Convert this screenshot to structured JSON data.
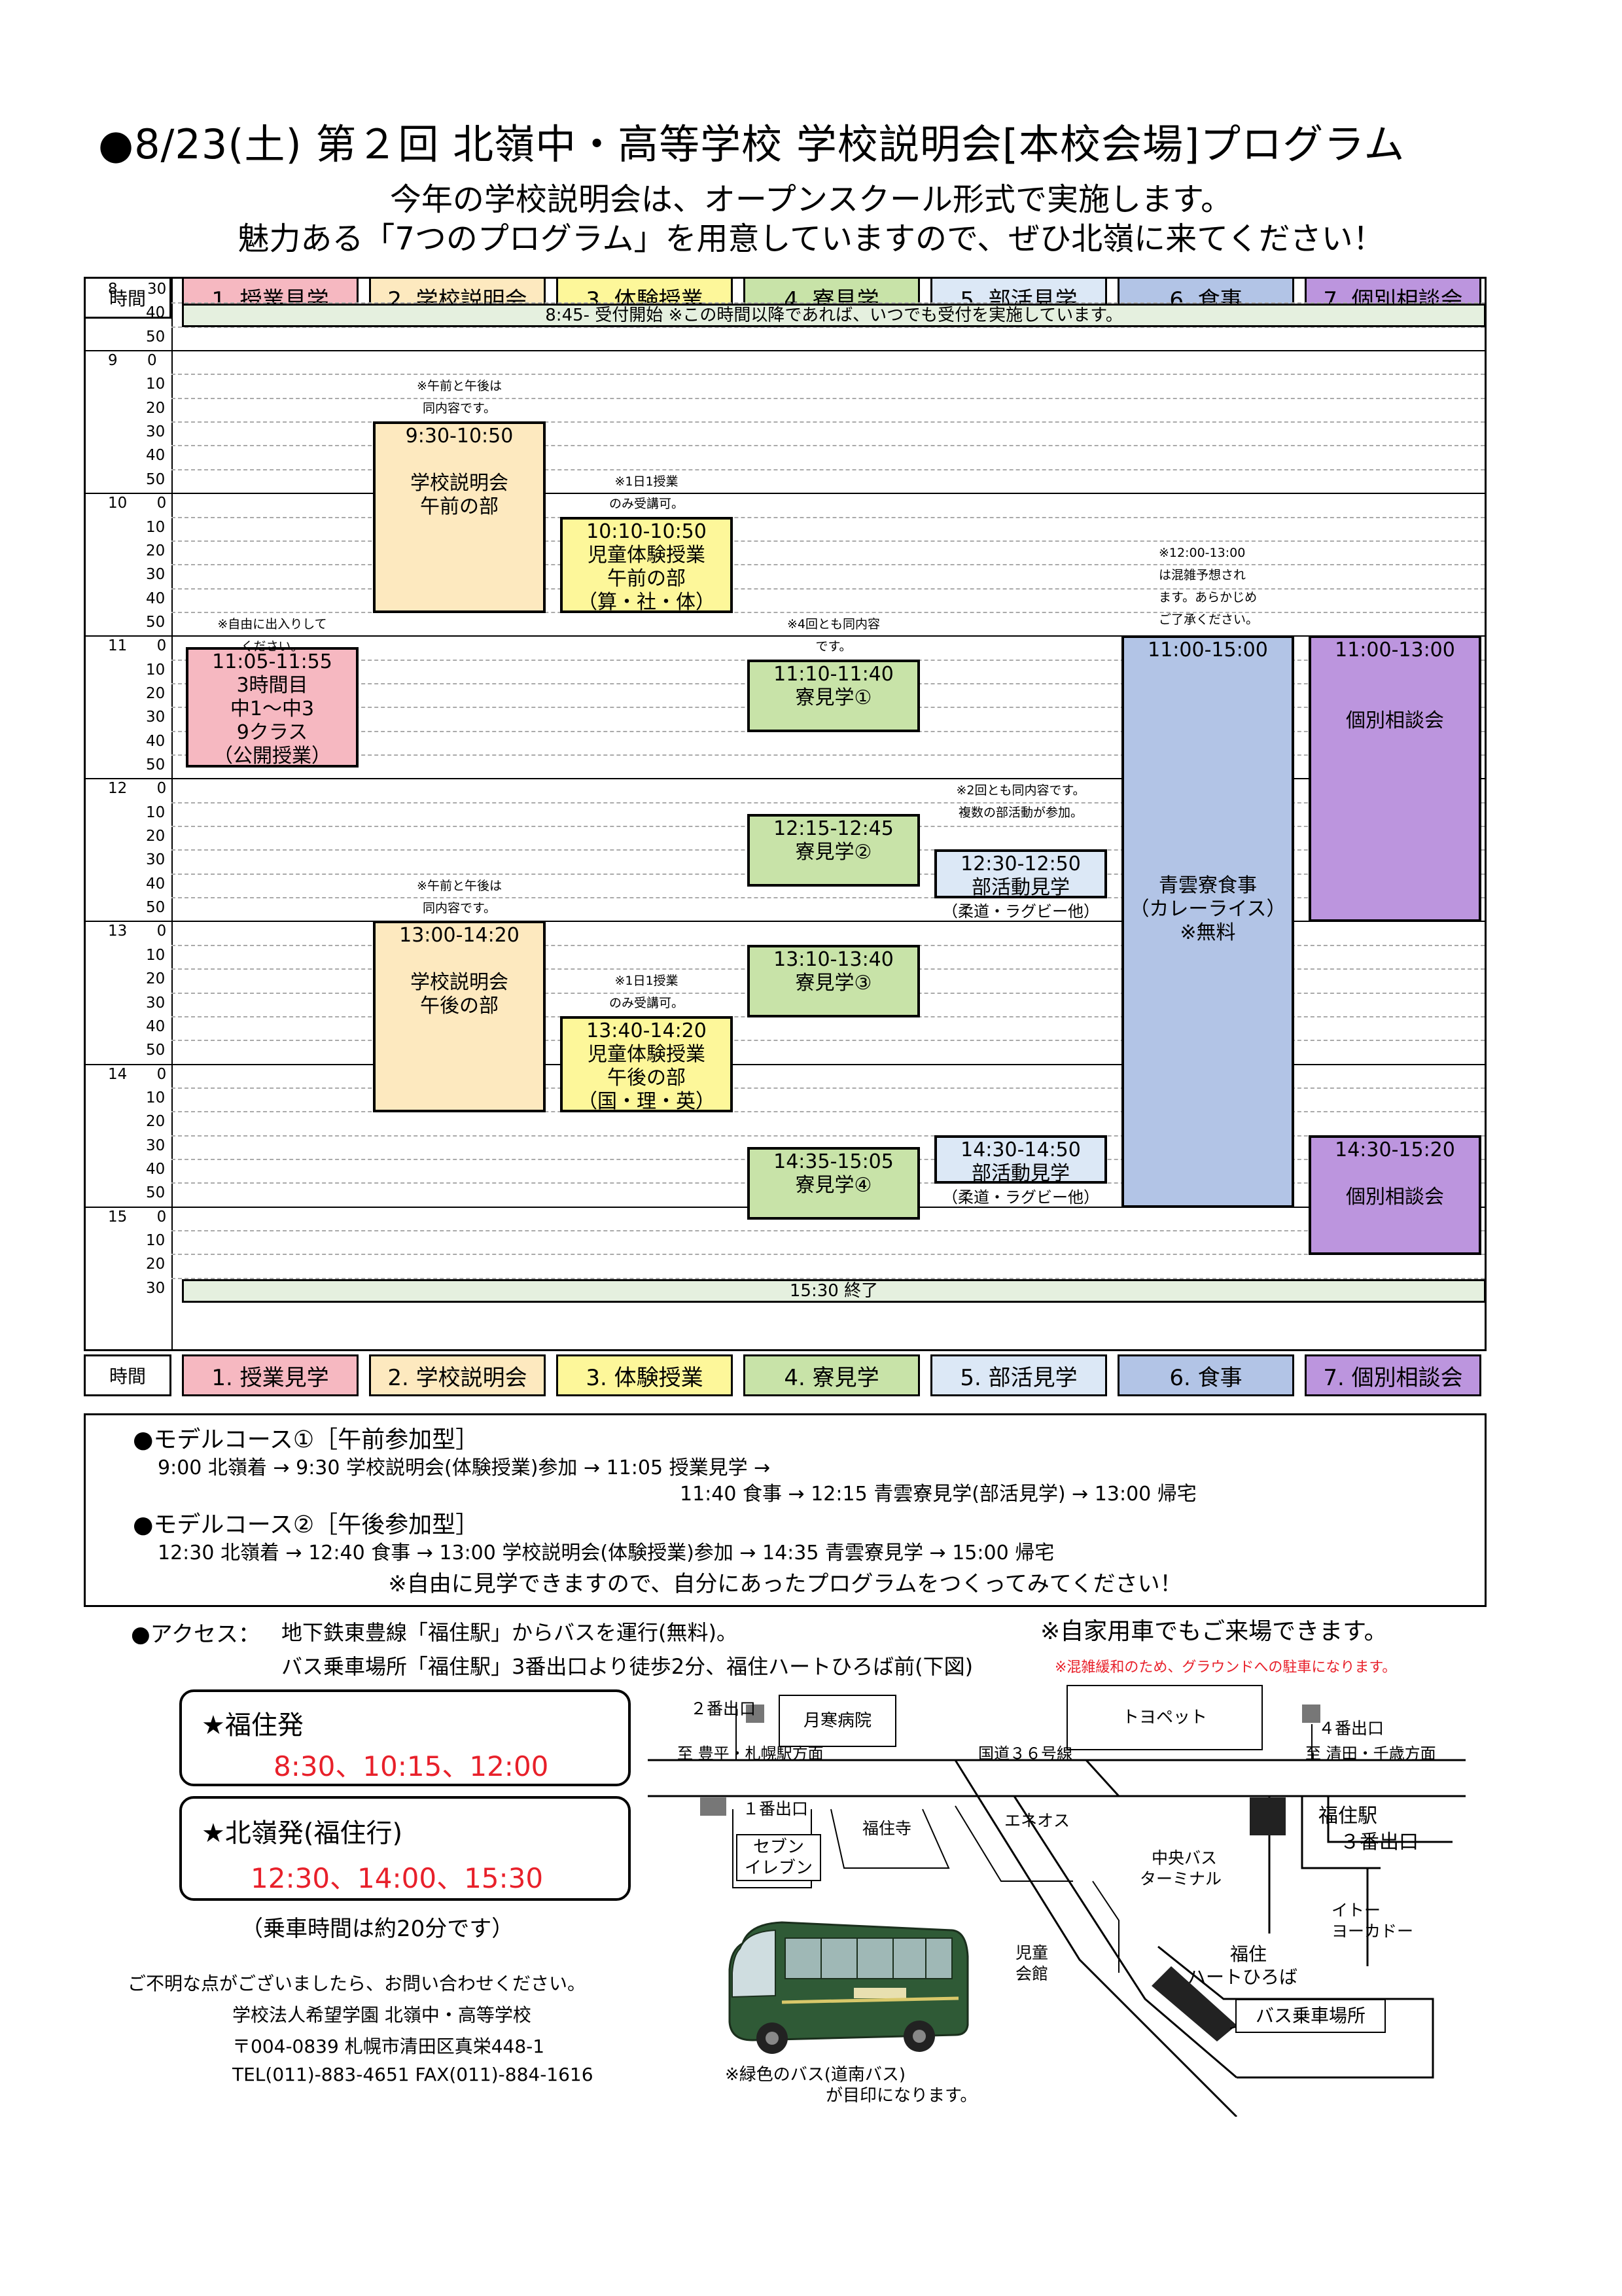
{
  "title": "●8/23(土) 第２回 北嶺中・高等学校 学校説明会[本校会場]プログラム",
  "subtitle_1": "今年の学校説明会は、オープンスクール形式で実施します。",
  "subtitle_2": "魅力ある「7つのプログラム」を用意していますので、ぜひ北嶺に来てください！",
  "header": {
    "time": "時間",
    "programs": [
      "1. 授業見学",
      "2. 学校説明会",
      "3. 体験授業",
      "4. 寮見学",
      "5. 部活見学",
      "6. 食事",
      "7. 個別相談会"
    ]
  },
  "colors": {
    "p1": "#f6b8c1",
    "p2": "#fde9bf",
    "p3": "#fdf79a",
    "p4": "#c8e3a8",
    "p5": "#dce8f6",
    "p6": "#b2c4e6",
    "p7": "#bc95de",
    "band": "#e5f0df"
  },
  "time_rows": [
    "8 30",
    "40",
    "50",
    "9 0",
    "10",
    "20",
    "30",
    "40",
    "50",
    "10 0",
    "10",
    "20",
    "30",
    "40",
    "50",
    "11 0",
    "10",
    "20",
    "30",
    "40",
    "50",
    "12 0",
    "10",
    "20",
    "30",
    "40",
    "50",
    "13 0",
    "10",
    "20",
    "30",
    "40",
    "50",
    "14 0",
    "10",
    "20",
    "30",
    "40",
    "50",
    "15 0",
    "10",
    "20",
    "30"
  ],
  "reception": "8:45- 受付開始 ※この時間以降であれば、いつでも受付を実施しています。",
  "end_band": "15:30 終了",
  "events": {
    "briefing_am": [
      "9:30-10:50",
      "",
      "学校説明会",
      "午前の部"
    ],
    "briefing_pm": [
      "13:00-14:20",
      "",
      "学校説明会",
      "午後の部"
    ],
    "trial_am": [
      "10:10-10:50",
      "児童体験授業",
      "午前の部",
      "（算・社・体）"
    ],
    "trial_pm": [
      "13:40-14:20",
      "児童体験授業",
      "午後の部",
      "（国・理・英）"
    ],
    "class": [
      "11:05-11:55",
      "3時間目",
      "中1～中3",
      "9クラス",
      "（公開授業）"
    ],
    "dorm1": [
      "11:10-11:40",
      "寮見学①"
    ],
    "dorm2": [
      "12:15-12:45",
      "寮見学②"
    ],
    "dorm3": [
      "13:10-13:40",
      "寮見学③"
    ],
    "dorm4": [
      "14:35-15:05",
      "寮見学④"
    ],
    "club1": [
      "12:30-12:50",
      "部活動見学",
      "（柔道・ラグビー他）"
    ],
    "club2": [
      "14:30-14:50",
      "部活動見学",
      "（柔道・ラグビー他）"
    ],
    "meal": [
      "11:00-15:00",
      "",
      "",
      "",
      "",
      "",
      "",
      "",
      "",
      "",
      "青雲寮食事",
      "（カレーライス）",
      "※無料"
    ],
    "consult1": [
      "11:00-13:00",
      "",
      "",
      "個別相談会"
    ],
    "consult2": [
      "14:30-15:20",
      "",
      "個別相談会"
    ]
  },
  "notes": {
    "same_am": [
      "※午前と午後は",
      "同内容です。"
    ],
    "same_pm": [
      "※午前と午後は",
      "同内容です。"
    ],
    "one_am": [
      "※1日1授業",
      "のみ受講可。"
    ],
    "one_pm": [
      "※1日1授業",
      "のみ受講可。"
    ],
    "free": [
      "※自由に出入りして",
      "ください。"
    ],
    "dorm": [
      "※4回とも同内容",
      "です。"
    ],
    "club": [
      "※2回とも同内容です。",
      "複数の部活動が参加。"
    ],
    "meal": [
      "※12:00-13:00",
      "は混雑予想され",
      "ます。あらかじめ",
      "ご了承ください。"
    ]
  },
  "courses": {
    "c1_title": "●モデルコース①［午前参加型］",
    "c1_line1": "9:00 北嶺着 → 9:30 学校説明会(体験授業)参加 → 11:05 授業見学 →",
    "c1_line2": "11:40 食事 → 12:15 青雲寮見学(部活見学) → 13:00 帰宅",
    "c2_title": "●モデルコース②［午後参加型］",
    "c2_line1": "12:30 北嶺着 → 12:40 食事 → 13:00 学校説明会(体験授業)参加 → 14:35 青雲寮見学 → 15:00 帰宅",
    "note": "※自由に見学できますので、自分にあったプログラムをつくってみてください！"
  },
  "access": {
    "label": "●アクセス：",
    "line1": "地下鉄東豊線「福住駅」からバスを運行(無料)。",
    "car": "※自家用車でもご来場できます。",
    "line2": "バス乗車場所「福住駅」3番出口より徒歩2分、福住ハートひろば前(下図)",
    "parking": "※混雑緩和のため、グラウンドへの駐車になります。"
  },
  "bus": {
    "fukuzumi_title": "★福住発",
    "fukuzumi_times": "8:30、10:15、12:00",
    "hokurei_title": "★北嶺発(福住行)",
    "hokurei_times": "12:30、14:00、15:30",
    "ride_time": "（乗車時間は約20分です）",
    "bus_caption_1": "※緑色のバス(道南バス)",
    "bus_caption_2": "が目印になります。"
  },
  "contact": {
    "intro": "ご不明な点がございましたら、お問い合わせください。",
    "school": "学校法人希望学園 北嶺中・高等学校",
    "address": "〒004-0839 札幌市清田区真栄448-1",
    "tel": "TEL(011)-883-4651 FAX(011)-884-1616"
  },
  "map": {
    "exit2": "２番出口",
    "hospital": "月寒病院",
    "toyopet": "トヨペット",
    "exit4": "４番出口",
    "to_toyohira": "至 豊平・札幌駅方面",
    "route36": "国道３６号線",
    "to_kiyota": "至 清田・千歳方面",
    "exit1": "１番出口",
    "fukujuji": "福住寺",
    "eneos": "エネオス",
    "station": "福住駅",
    "exit3": "３番出口",
    "seven": "セブン",
    "eleven": "イレブン",
    "central_bus": "中央バス",
    "terminal": "ターミナル",
    "ito": "イトー",
    "yokado": "ヨーカドー",
    "jido": "児童",
    "kaikan": "会館",
    "fukuzumi": "福住",
    "heart": "ハートひろば",
    "bus_stop": "バス乗車場所"
  }
}
